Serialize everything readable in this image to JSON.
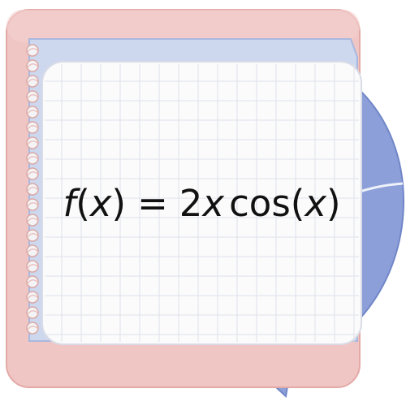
{
  "formula": {
    "function_name": "f",
    "open_paren": "(",
    "variable": "x",
    "close_paren": ")",
    "equals": "=",
    "coefficient": "2",
    "rhs_variable": "x",
    "trig_function": "cos",
    "rhs_open_paren": "(",
    "rhs_inner_variable": "x",
    "rhs_close_paren": ")"
  },
  "colors": {
    "pink_card": "#efc6c4",
    "pink_card_edge": "#e3a9a6",
    "blue_paper": "#cdd7ee",
    "blue_paper_edge": "#a9b8df",
    "speech_bubble": "#8c9fd8",
    "speech_bubble_dark": "#7086c8",
    "grid_paper": "#fbfbfc",
    "grid_line": "#dfe2ea",
    "spiral_ring": "#f4f4f6"
  }
}
